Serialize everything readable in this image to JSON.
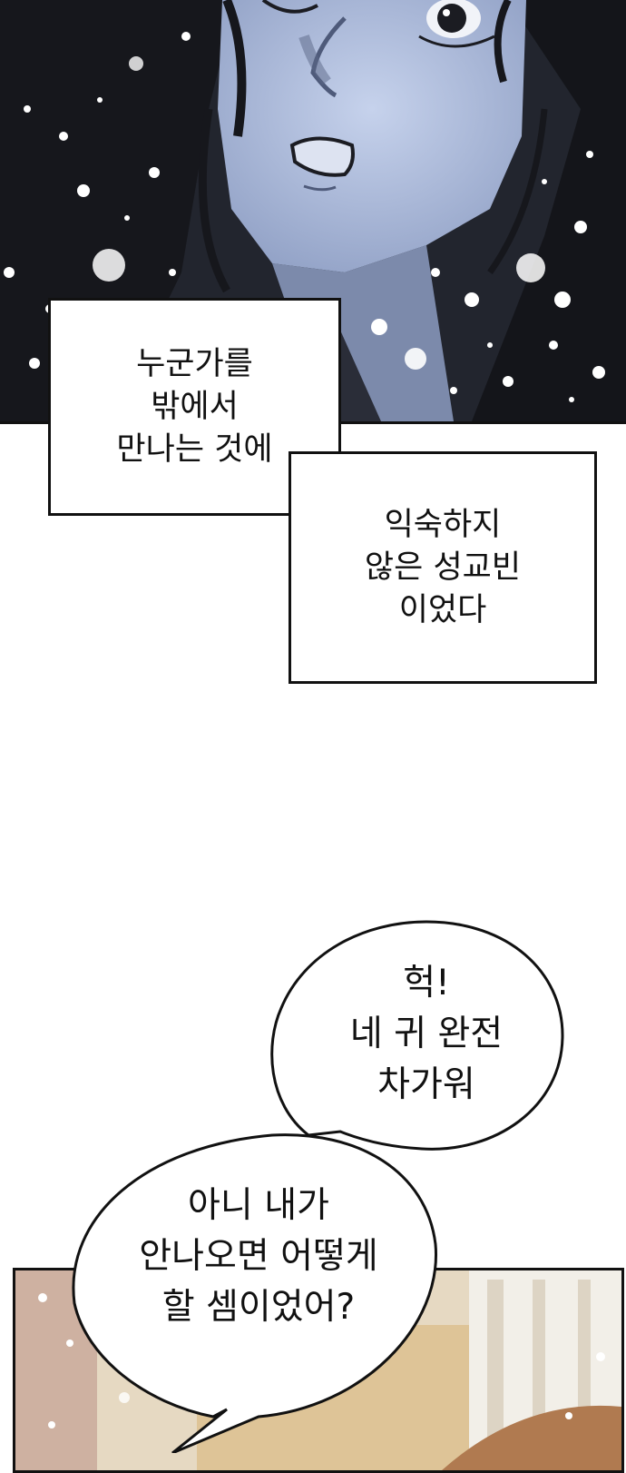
{
  "captions": [
    {
      "id": "caption-1",
      "text": "누군가를\n밖에서\n만나는 것에"
    },
    {
      "id": "caption-2",
      "text": "익숙하지\n않은 성교빈\n이었다"
    }
  ],
  "bubbles": [
    {
      "id": "bubble-1",
      "text": "헉!\n네 귀 완전\n차가워"
    },
    {
      "id": "bubble-2",
      "text": "아니 내가\n안나오면 어떻게\n할 셈이었어?"
    }
  ],
  "colors": {
    "night_bg": "#1e2129",
    "skin_cold": "#b7c4e0",
    "hair": "#15161b",
    "snow": "#ffffff",
    "warm_bg": "#e9dfcf"
  }
}
